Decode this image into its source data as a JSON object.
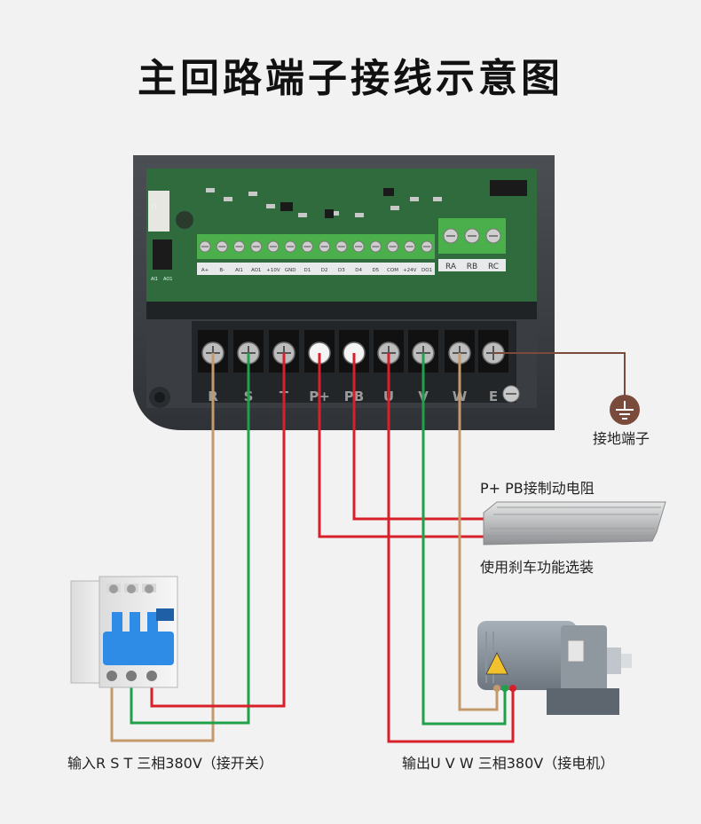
{
  "title": "主回路端子接线示意图",
  "ground_label": "接地端子",
  "brake_resistor_label": "P+ PB接制动电阻",
  "brake_note": "使用刹车功能选装",
  "input_label": "输入R S T 三相380V（接开关）",
  "output_label": "输出U V W 三相380V（接电机）",
  "main_terminals": [
    "R",
    "S",
    "T",
    "P+",
    "PB",
    "U",
    "V",
    "W",
    "E"
  ],
  "control_terminals": [
    "A+",
    "B-",
    "AI1",
    "AO1",
    "+10V",
    "GND",
    "D1",
    "D2",
    "D3",
    "D4",
    "D5",
    "COM",
    "+24V",
    "DO1"
  ],
  "relay_terminals": [
    "RA",
    "RB",
    "RC"
  ],
  "board_marks": [
    "AI1",
    "AO1",
    "T1"
  ],
  "colors": {
    "wire_brown": "#c49a6c",
    "wire_green": "#21a04a",
    "wire_red": "#d8202a",
    "wire_ground": "#7a4a3a",
    "pcb_green": "#2f6b3d",
    "terminal_green": "#4bb04b"
  }
}
